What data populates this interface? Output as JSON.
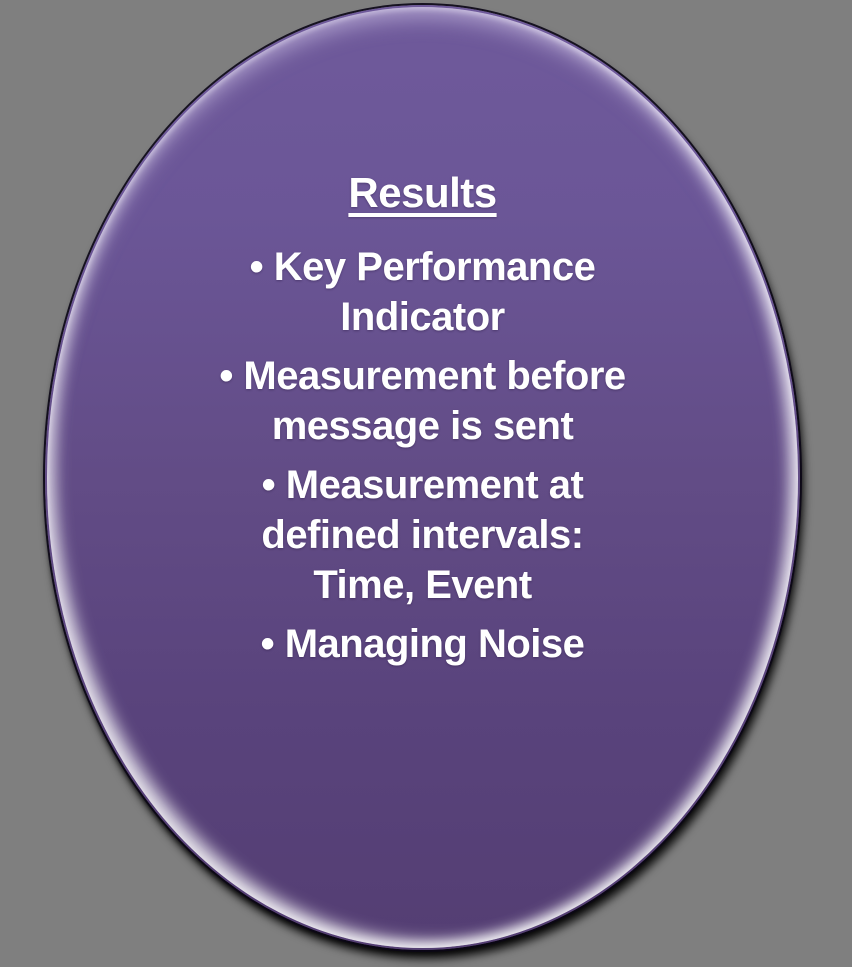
{
  "colors": {
    "background": "#7f7f7f",
    "fill_top": "#6f5a9b",
    "fill_middle": "#624c86",
    "fill_bottom": "#543e73",
    "outline": "#0b0716",
    "text": "#ffffff"
  },
  "oval": {
    "title": "Results",
    "items": [
      "• Key Performance\nIndicator",
      "• Measurement before\nmessage is sent",
      "• Measurement at\ndefined intervals:\nTime, Event",
      "• Managing Noise"
    ]
  }
}
